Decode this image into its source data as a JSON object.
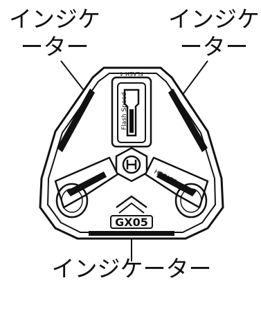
{
  "callouts": {
    "top_left": {
      "line1": "インジケ",
      "line2": "ーター"
    },
    "top_right": {
      "line1": "インジケ",
      "line2": "ーター"
    },
    "bottom": "インジケーター"
  },
  "device": {
    "top_text_mirrored": "FLASH 4",
    "side_label": "Flash Speed",
    "brand_label": "HECATE",
    "model_name": "GX05"
  }
}
